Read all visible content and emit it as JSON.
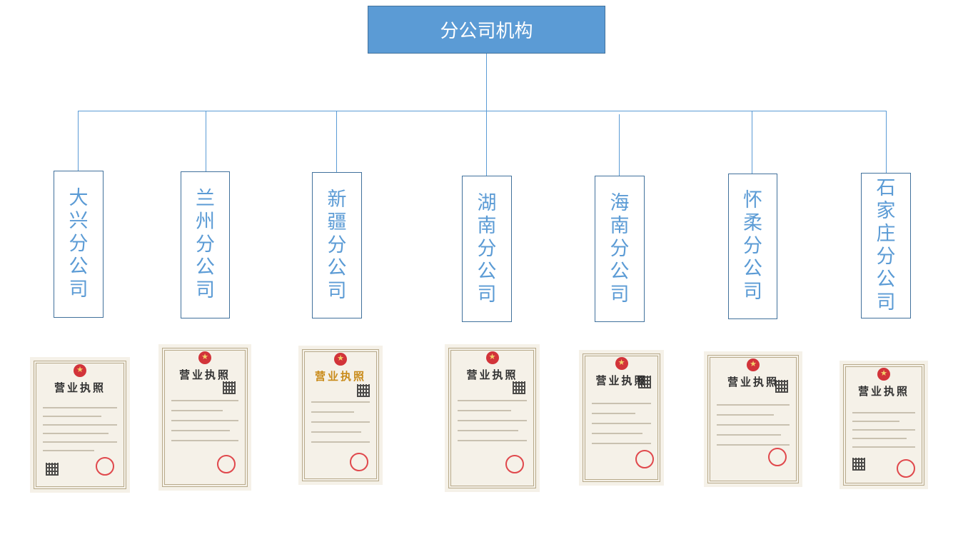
{
  "org": {
    "root_title": "分公司机构",
    "branches": [
      {
        "name": "大兴分公司"
      },
      {
        "name": "兰州分公司"
      },
      {
        "name": "新疆分公司"
      },
      {
        "name": "湖南分公司"
      },
      {
        "name": "海南分公司"
      },
      {
        "name": "怀柔分公司"
      },
      {
        "name": "石家庄分公司"
      }
    ]
  },
  "certificates": [
    {
      "title": "营业执照"
    },
    {
      "title": "营业执照"
    },
    {
      "title": "营业执照"
    },
    {
      "title": "营业执照"
    },
    {
      "title": "营业执照"
    },
    {
      "title": "营业执照"
    },
    {
      "title": "营业执照"
    }
  ],
  "colors": {
    "box_fill": "#5b9bd5",
    "box_border": "#41719c",
    "branch_text": "#5b9bd5"
  }
}
